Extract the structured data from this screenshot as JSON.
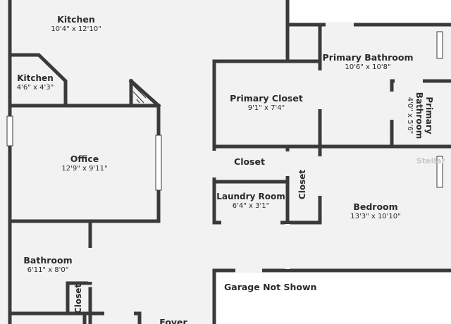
{
  "colors": {
    "wall": "#3a3a3a",
    "floor": "#f2f2f2",
    "window": "#ffffff",
    "outside": "#ffffff"
  },
  "rooms": {
    "kitchen": {
      "name": "Kitchen",
      "dim": "10'4\" x 12'10\""
    },
    "kitchen_small": {
      "name": "Kitchen",
      "dim": "4'6\" x 4'3\""
    },
    "office": {
      "name": "Office",
      "dim": "12'9\" x 9'11\""
    },
    "bathroom": {
      "name": "Bathroom",
      "dim": "6'11\" x 8'0\""
    },
    "closet_small": {
      "name": "Closet"
    },
    "foyer": {
      "name": "Foyer"
    },
    "primary_closet": {
      "name": "Primary Closet",
      "dim": "9'1\" x 7'4\""
    },
    "closet_mid": {
      "name": "Closet"
    },
    "closet_vert": {
      "name": "Closet"
    },
    "laundry": {
      "name": "Laundry Room",
      "dim": "6'4\" x 3'1\""
    },
    "primary_bathroom": {
      "name": "Primary Bathroom",
      "dim": "10'6\" x 10'8\""
    },
    "primary_bathroom_small": {
      "name": "Primary Bathroom",
      "dim": "4'0\" x 5'6\""
    },
    "bedroom": {
      "name": "Bedroom",
      "dim": "13'3\" x 10'10\""
    },
    "garage": {
      "name": "Garage Not Shown"
    }
  },
  "watermark": "Stellar"
}
